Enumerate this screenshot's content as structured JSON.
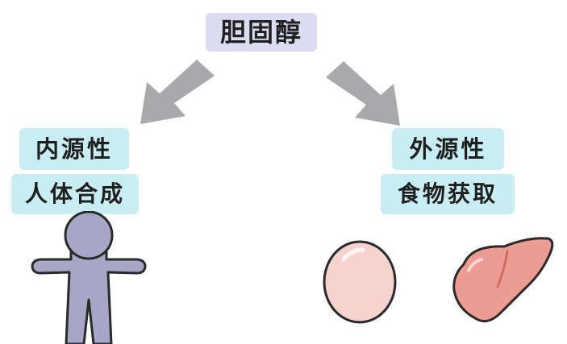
{
  "title": "胆固醇",
  "left": {
    "label": "内源性",
    "sub_label": "人体合成"
  },
  "right": {
    "label": "外源性",
    "sub_label": "食物获取"
  },
  "icons": {
    "arrow_left": "arrow-down-left-icon",
    "arrow_right": "arrow-down-right-icon",
    "person": "person-icon",
    "egg": "egg-icon",
    "liver": "liver-icon"
  },
  "colors": {
    "title_bg": "#dcdcf2",
    "label_bg": "#c8eef3",
    "arrow": "#a9a9ac",
    "person": "#a7a6c6",
    "egg": "#f7d3cf",
    "liver": "#ec9c93"
  }
}
